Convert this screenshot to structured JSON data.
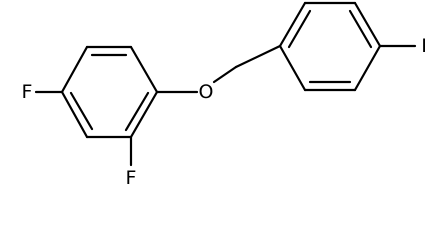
{
  "molecule": {
    "atoms": {
      "fluorine_para": "F",
      "fluorine_ortho": "F",
      "oxygen": "O",
      "iodine": "I"
    },
    "colors": {
      "bond": "#000000",
      "background": "#ffffff"
    }
  }
}
